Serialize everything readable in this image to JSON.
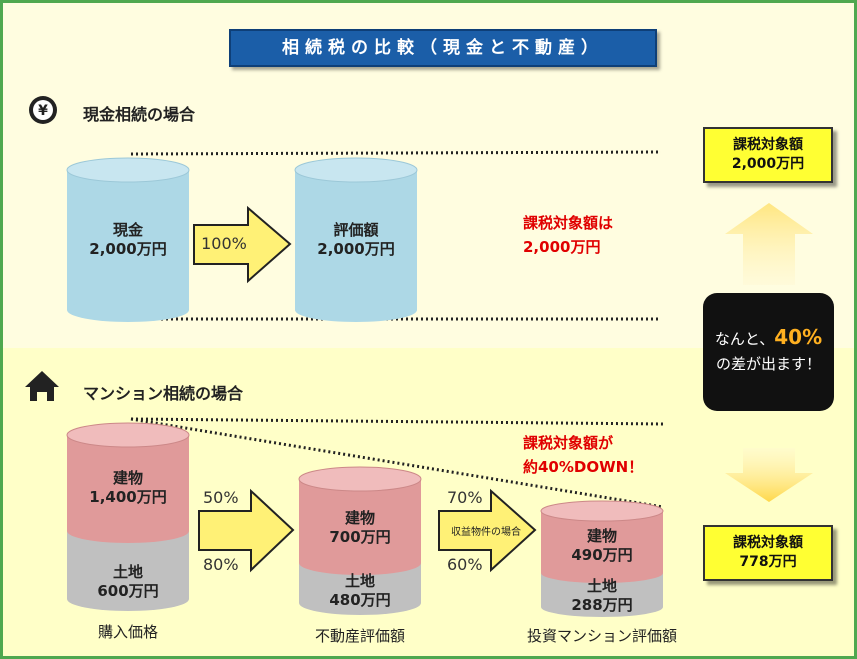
{
  "title": "相続税の比較（現金と不動産）",
  "cash_section": {
    "icon": "yen-icon",
    "heading": "現金相続の場合",
    "cyl1": {
      "line1": "現金",
      "line2": "2,000万円"
    },
    "arrow_pct": "100%",
    "cyl2": {
      "line1": "評価額",
      "line2": "2,000万円"
    },
    "note": {
      "line1": "課税対象額は",
      "line2": "2,000万円"
    }
  },
  "mansion_section": {
    "icon": "house-icon",
    "heading": "マンション相続の場合",
    "cyl1": {
      "top1": "建物",
      "top2": "1,400万円",
      "bot1": "土地",
      "bot2": "600万円",
      "caption": "購入価格"
    },
    "arrow1": {
      "top": "50%",
      "bottom": "80%"
    },
    "cyl2": {
      "top1": "建物",
      "top2": "700万円",
      "bot1": "土地",
      "bot2": "480万円",
      "caption": "不動産評価額"
    },
    "arrow2": {
      "top": "70%",
      "inner": "収益物件の場合",
      "bottom": "60%"
    },
    "cyl3": {
      "top1": "建物",
      "top2": "490万円",
      "bot1": "土地",
      "bot2": "288万円",
      "caption": "投資マンション評価額"
    },
    "note": {
      "line1": "課税対象額が",
      "line2": "約40%DOWN！"
    }
  },
  "right_panel": {
    "box_top": {
      "line1": "課税対象額",
      "line2": "2,000万円"
    },
    "black": {
      "prefix": "なんと、",
      "pct": "40%",
      "line2": "の差が出ます！"
    },
    "box_bottom": {
      "line1": "課税対象額",
      "line2": "778万円"
    }
  },
  "colors": {
    "title_bg": "#1b5ea8",
    "cash_cyl": "#add8e6",
    "building": "#e09a9a",
    "land": "#c0c0c0",
    "accent": "#ffff33",
    "red": "#e00000",
    "frame": "#4fa84f"
  }
}
